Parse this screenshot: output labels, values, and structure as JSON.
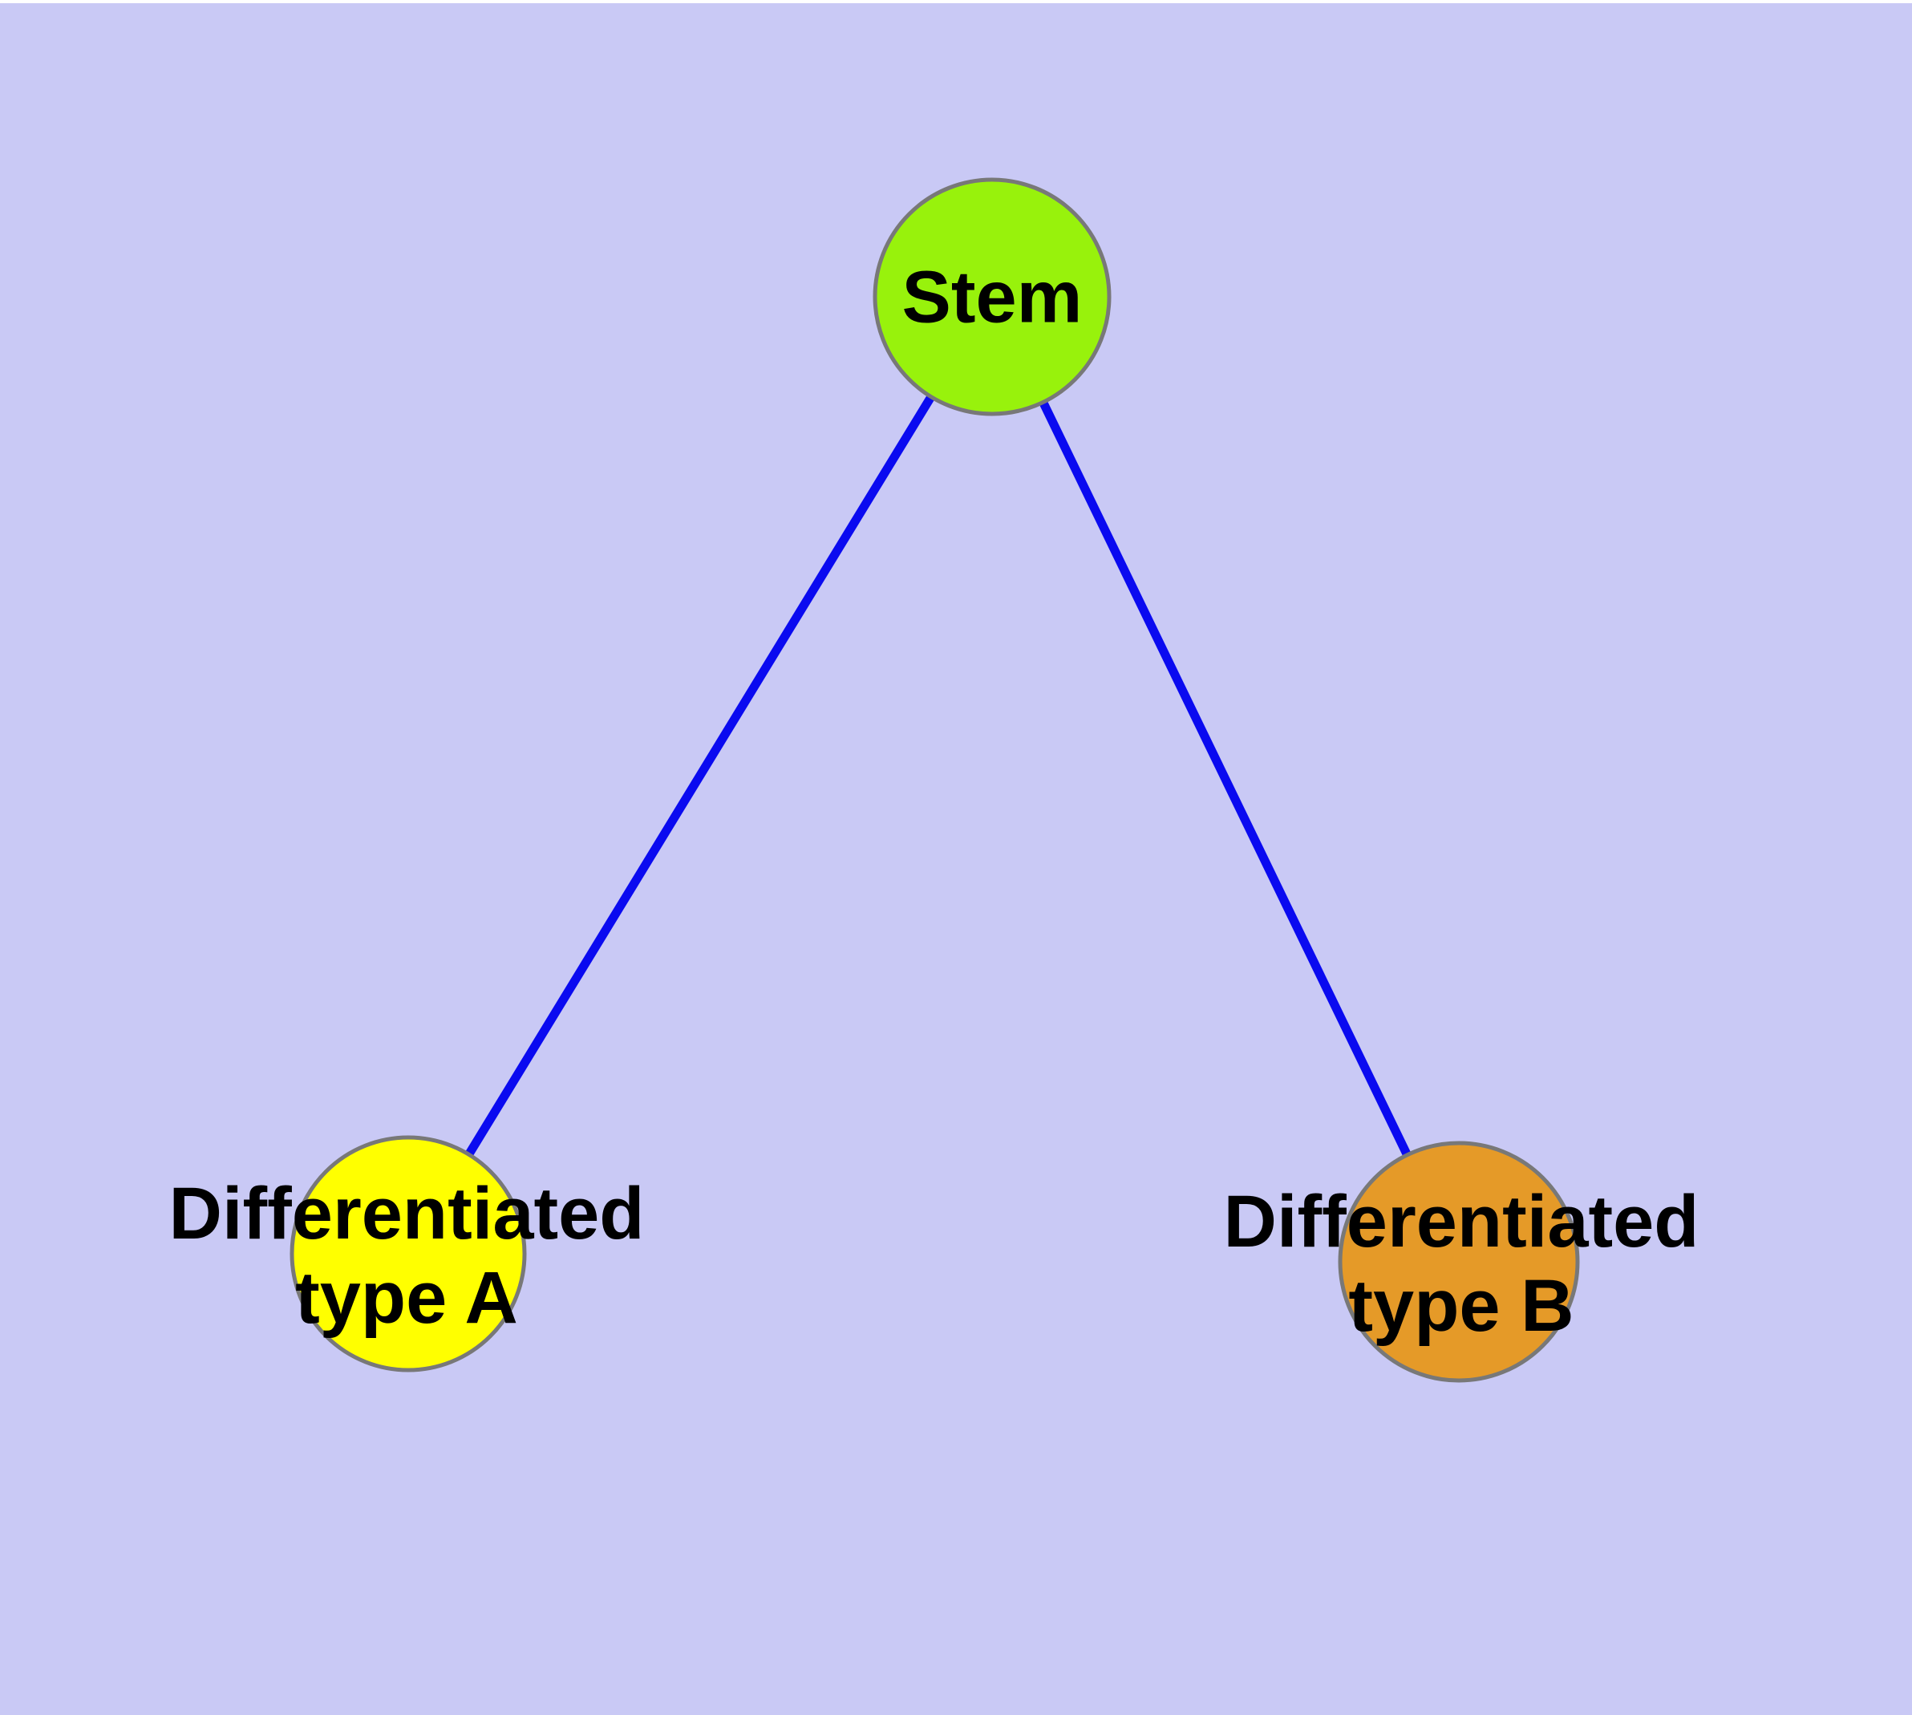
{
  "canvas": {
    "background_color": "#C9C9F5",
    "top_border_color": "#FFFFFF"
  },
  "diagram": {
    "type": "graph",
    "nodes": [
      {
        "id": "stem",
        "label": "Stem",
        "shape": "circle",
        "fill": "#98F20C",
        "stroke": "#787878",
        "text_color": "#000000"
      },
      {
        "id": "differentiated-type-a",
        "label": "Differentiated\ntype A",
        "shape": "circle",
        "fill": "#FFFF00",
        "stroke": "#787878",
        "text_color": "#000000"
      },
      {
        "id": "differentiated-type-b",
        "label": "Differentiated\ntype B",
        "shape": "circle",
        "fill": "#E59A28",
        "stroke": "#787878",
        "text_color": "#000000"
      }
    ],
    "edges": [
      {
        "id": "stem-to-differentiated-type-a",
        "from": "stem",
        "to": "differentiated-type-a",
        "color": "#0A0AF0"
      },
      {
        "id": "stem-to-differentiated-type-b",
        "from": "stem",
        "to": "differentiated-type-b",
        "color": "#0A0AF0"
      }
    ]
  }
}
